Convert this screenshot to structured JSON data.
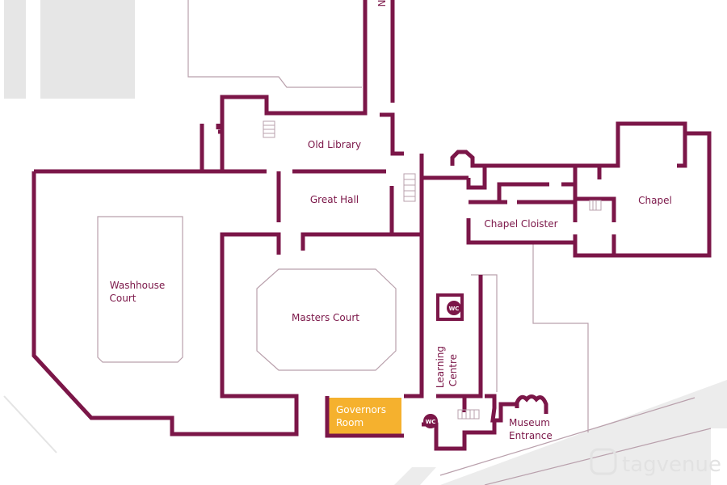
{
  "map": {
    "north_marker": "N",
    "rooms": {
      "old_library": "Old Library",
      "great_hall": "Great Hall",
      "chapel": "Chapel",
      "chapel_cloister": "Chapel Cloister",
      "washhouse_court_1": "Washhouse",
      "washhouse_court_2": "Court",
      "masters_court": "Masters Court",
      "learning_centre_1": "Learning",
      "learning_centre_2": "Centre",
      "governors_room_1": "Governors",
      "governors_room_2": "Room",
      "museum_entrance_1": "Museum",
      "museum_entrance_2": "Entrance"
    },
    "wc_label": "WC",
    "highlighted_room": "Governors Room",
    "watermark": "tagvenue",
    "colors": {
      "wall": "#7b1648",
      "highlight": "#f5b12e",
      "context": "#e6e6e6"
    }
  }
}
